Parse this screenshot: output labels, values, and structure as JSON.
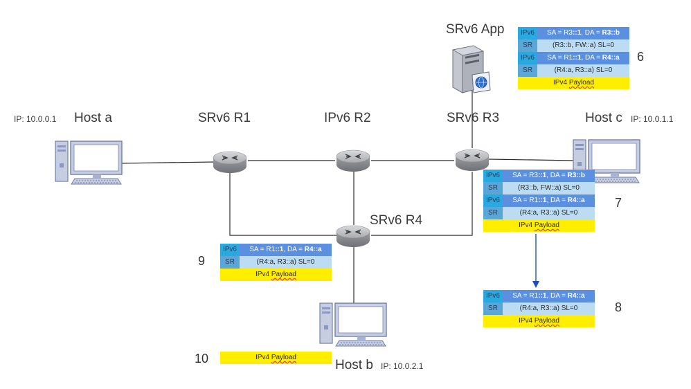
{
  "nodes": {
    "host_a": {
      "name": "Host a",
      "ip": "IP: 10.0.0.1"
    },
    "host_b": {
      "name": "Host b",
      "ip": "IP: 10.0.2.1"
    },
    "host_c": {
      "name": "Host c",
      "ip": "IP: 10.0.1.1"
    },
    "r1": {
      "name": "SRv6 R1"
    },
    "r2": {
      "name": "IPv6 R2"
    },
    "r3": {
      "name": "SRv6 R3"
    },
    "r4": {
      "name": "SRv6 R4"
    },
    "app": {
      "name": "SRv6 App"
    }
  },
  "packets": {
    "p6": {
      "step": "6",
      "rows": [
        {
          "kind": "ipv6",
          "tag": "IPv6",
          "pre": "SA = R3",
          "bold1": "::1",
          "mid": ", DA = ",
          "bold2": "R3::b"
        },
        {
          "kind": "sr",
          "tag": "SR",
          "text": "(R3::b, FW::a) SL=0"
        },
        {
          "kind": "ipv6",
          "tag": "IPv6",
          "pre": "SA = R1",
          "bold1": "::1",
          "mid": ", DA = ",
          "bold2": "R4::a"
        },
        {
          "kind": "sr",
          "tag": "SR",
          "text": "(R4:a, R3::a) SL=0"
        },
        {
          "kind": "payload",
          "text": "IPv4 Payload"
        }
      ]
    },
    "p7": {
      "step": "7",
      "rows": [
        {
          "kind": "ipv6",
          "tag": "IPv6",
          "pre": "SA = R3",
          "bold1": "::1",
          "mid": ", DA = ",
          "bold2": "R3::b"
        },
        {
          "kind": "sr",
          "tag": "SR",
          "text": "(R3::b, FW::a) SL=0"
        },
        {
          "kind": "ipv6",
          "tag": "IPv6",
          "pre": "SA = R1",
          "bold1": "::1",
          "mid": ", DA = ",
          "bold2": "R4::a"
        },
        {
          "kind": "sr",
          "tag": "SR",
          "text": "(R4:a, R3::a) SL=0"
        },
        {
          "kind": "payload",
          "text": "IPv4 Payload"
        }
      ]
    },
    "p8": {
      "step": "8",
      "rows": [
        {
          "kind": "ipv6",
          "tag": "IPv6",
          "pre": "SA = R1",
          "bold1": "::1",
          "mid": ", DA = ",
          "bold2": "R4::a"
        },
        {
          "kind": "sr",
          "tag": "SR",
          "text": "(R4:a, R3::a) SL=0"
        },
        {
          "kind": "payload",
          "text": "IPv4 Payload"
        }
      ]
    },
    "p9": {
      "step": "9",
      "rows": [
        {
          "kind": "ipv6",
          "tag": "IPv6",
          "pre": "SA = R1",
          "bold1": "::1",
          "mid": ", DA = ",
          "bold2": "R4::a"
        },
        {
          "kind": "sr",
          "tag": "SR",
          "text": "(R4:a, R3::a) SL=0"
        },
        {
          "kind": "payload",
          "text": "IPv4 Payload"
        }
      ]
    },
    "p10": {
      "step": "10",
      "rows": [
        {
          "kind": "payload",
          "text": "IPv4 Payload"
        }
      ]
    }
  },
  "colors": {
    "ipv6_tag": "#29a9e0",
    "ipv6_body": "#5b8fe0",
    "sr_tag": "#5aa6d6",
    "sr_body": "#bcdcf3",
    "payload": "#ffee00",
    "arrow": "#1f4fbf",
    "link": "#2b2b2b"
  },
  "icons": {
    "router": "router-icon",
    "host": "desktop-computer-icon",
    "server": "server-icon"
  }
}
